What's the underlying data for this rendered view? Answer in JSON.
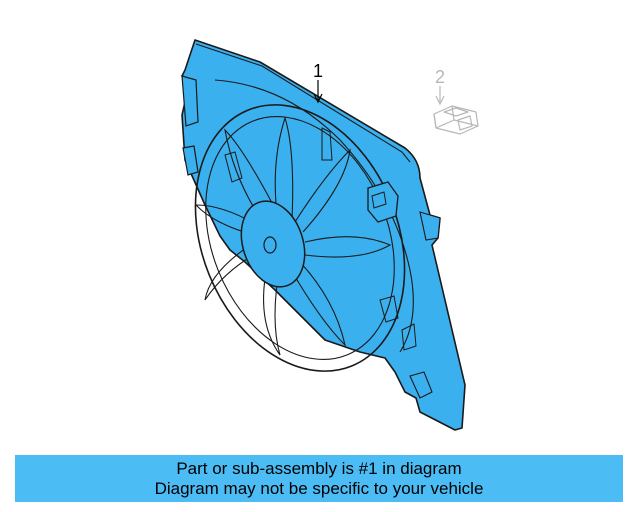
{
  "diagram": {
    "callouts": [
      {
        "number": "1",
        "part": "fan-shroud-assembly"
      },
      {
        "number": "2",
        "part": "connector-bracket"
      }
    ],
    "colors": {
      "part_fill": "#3ab0ef",
      "outline": "#1a1a1a",
      "ghost_part": "#b8b8b8",
      "banner": "#4cbcf5"
    }
  },
  "caption": {
    "line1": "Part or sub-assembly is #1 in diagram",
    "line2": "Diagram may not be specific to your vehicle"
  }
}
